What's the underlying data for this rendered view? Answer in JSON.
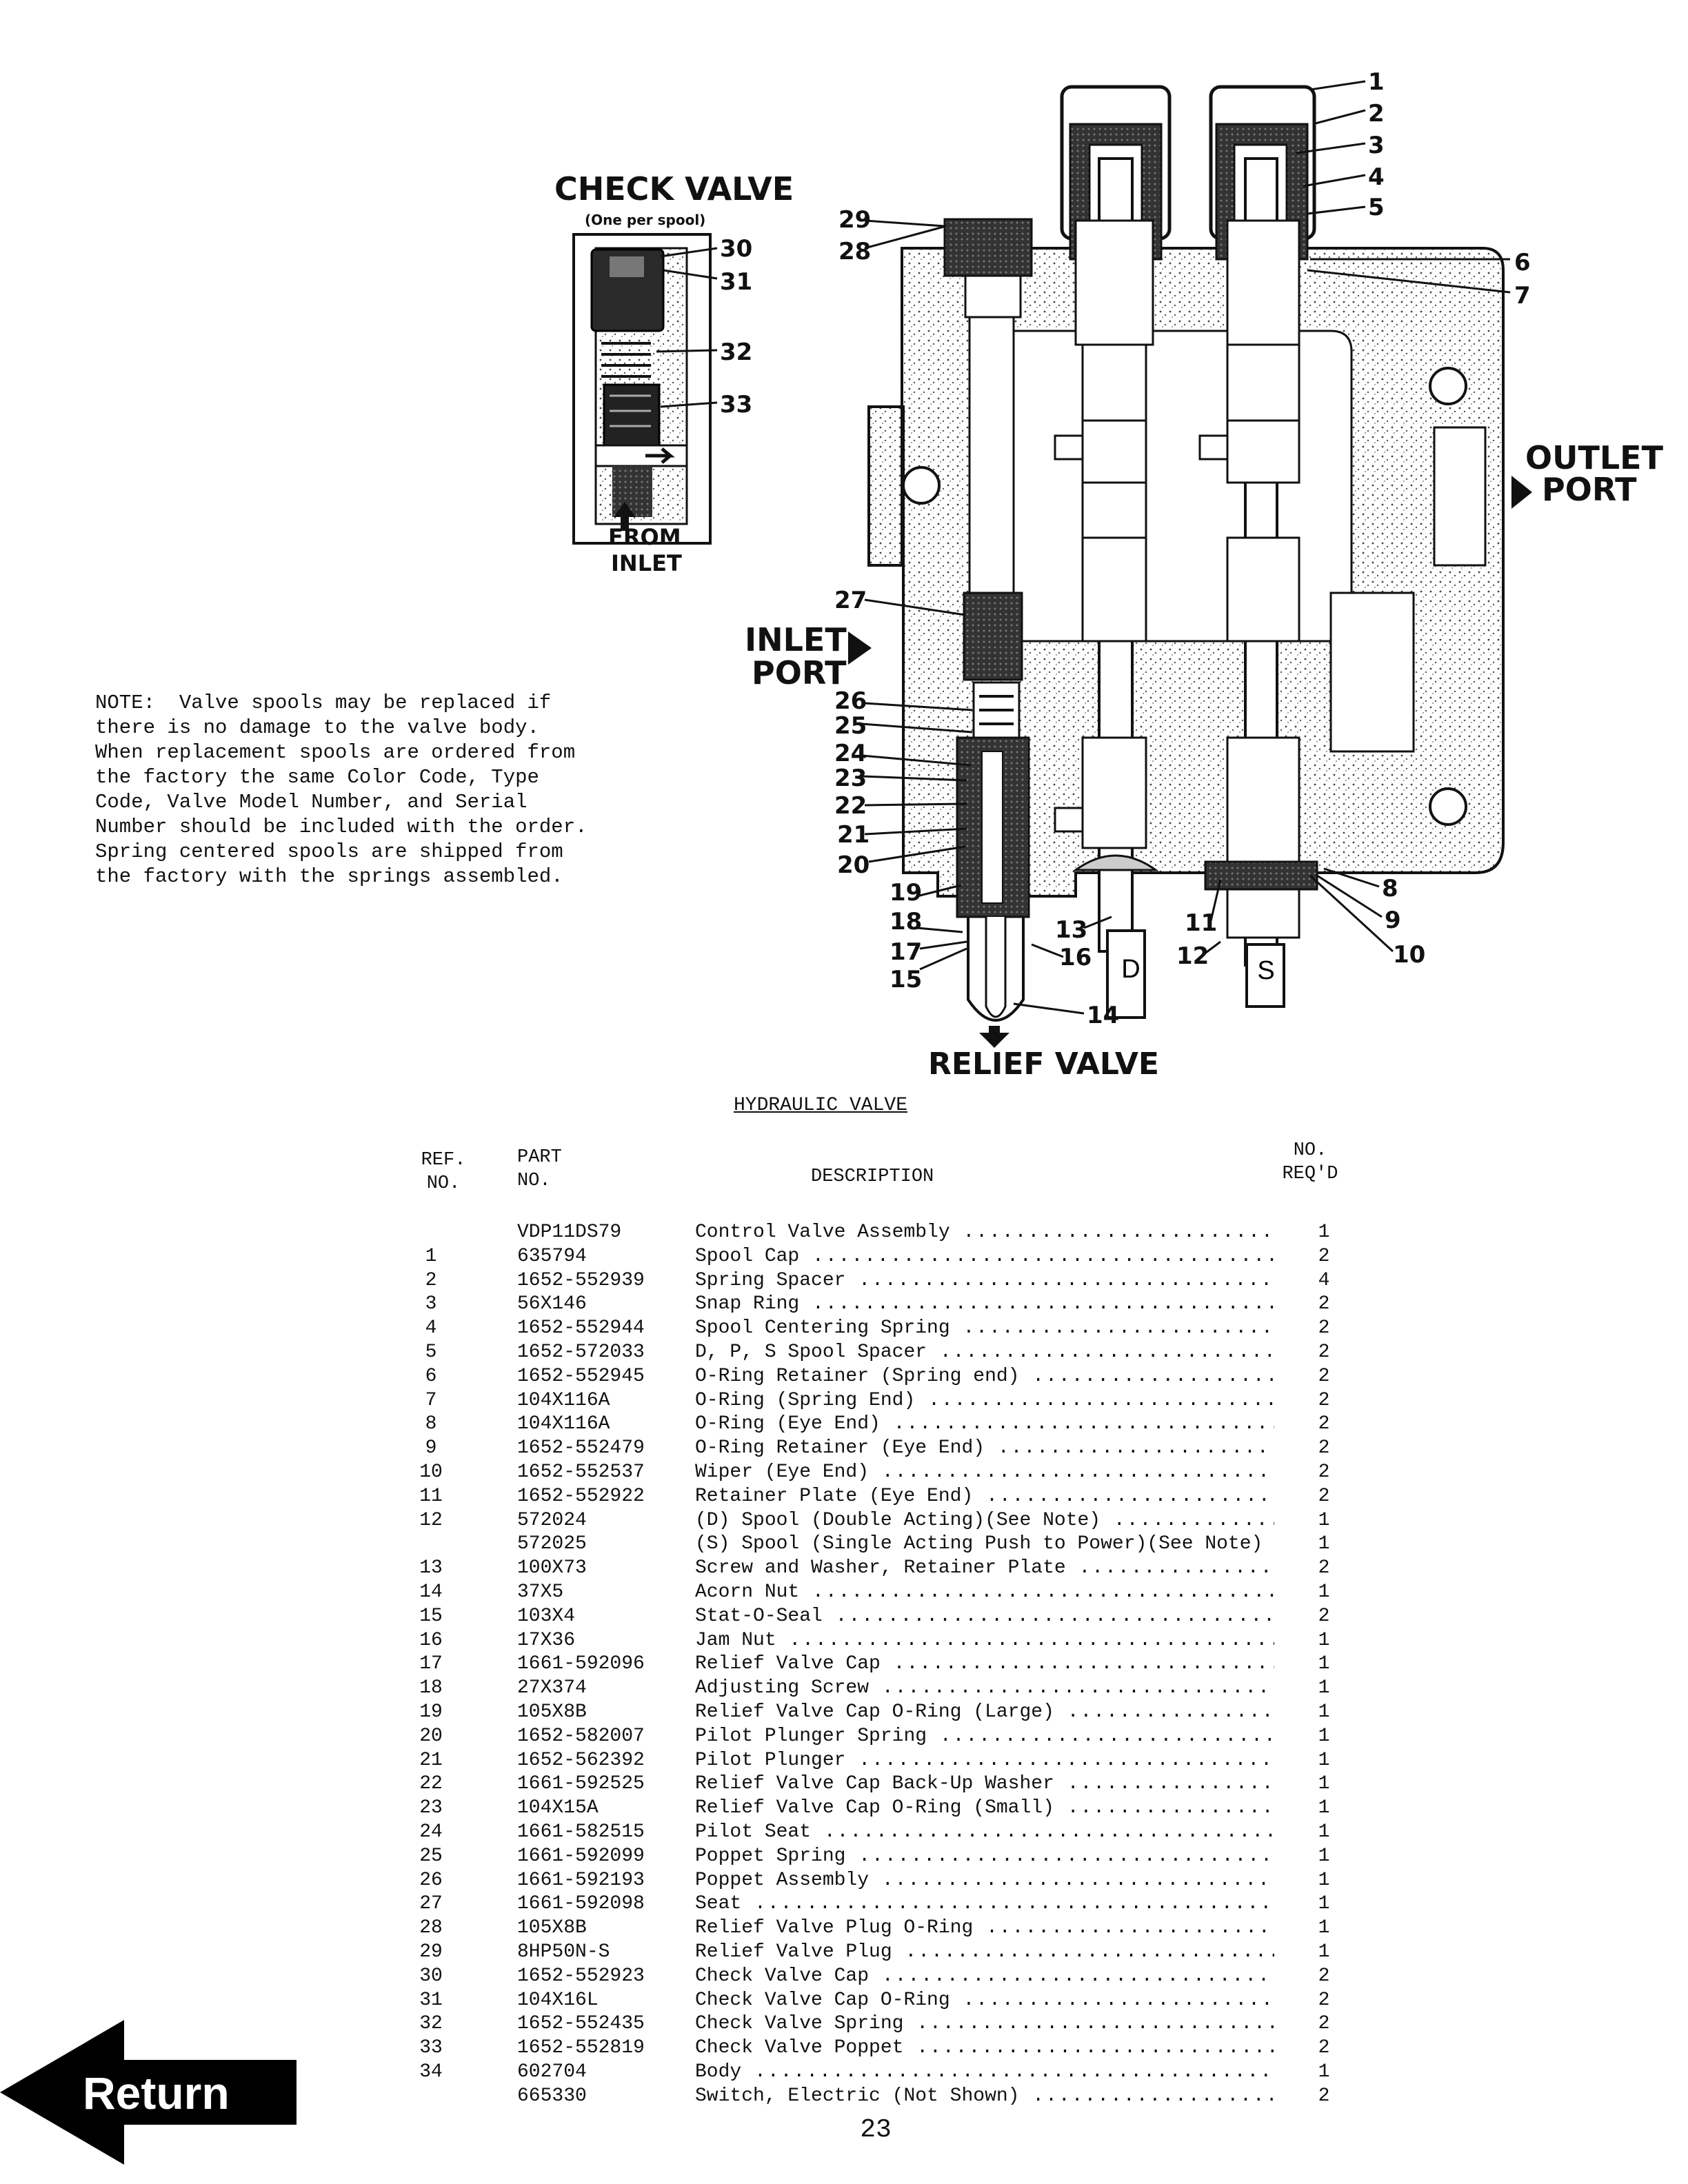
{
  "diagram": {
    "check_valve_title": "CHECK VALVE",
    "check_valve_sub": "(One per spool)",
    "from_inlet_1": "FROM",
    "from_inlet_2": "INLET",
    "inlet_port_1": "INLET",
    "inlet_port_2": "PORT",
    "outlet_port_1": "OUTLET",
    "outlet_port_2": "PORT",
    "relief_valve": "RELIEF VALVE",
    "spool_d": "D",
    "spool_s": "S",
    "callouts": [
      "1",
      "2",
      "3",
      "4",
      "5",
      "6",
      "7",
      "8",
      "9",
      "10",
      "11",
      "12",
      "13",
      "14",
      "15",
      "16",
      "17",
      "18",
      "19",
      "20",
      "21",
      "22",
      "23",
      "24",
      "25",
      "26",
      "27",
      "28",
      "29",
      "30",
      "31",
      "32",
      "33"
    ]
  },
  "note": {
    "lines": [
      "NOTE:  Valve spools may be replaced if",
      "there is no damage to the valve body.",
      "When replacement spools are ordered from",
      "the factory the same Color Code, Type",
      "Code, Valve Model Number, and Serial",
      "Number should be included with the order.",
      "Spring centered spools are shipped from",
      "the factory with the springs assembled."
    ]
  },
  "table": {
    "title": "HYDRAULIC VALVE",
    "headers": {
      "ref_1": "REF.",
      "ref_2": "NO.",
      "part_1": "PART",
      "part_2": "NO.",
      "desc": "DESCRIPTION",
      "qty_1": "NO.",
      "qty_2": "REQ'D"
    },
    "rows": [
      {
        "ref": "",
        "part": "VDP11DS79",
        "desc": "Control Valve Assembly",
        "qty": "1"
      },
      {
        "ref": "1",
        "part": "635794",
        "desc": "Spool Cap",
        "qty": "2"
      },
      {
        "ref": "2",
        "part": "1652-552939",
        "desc": "Spring Spacer",
        "qty": "4"
      },
      {
        "ref": "3",
        "part": "56X146",
        "desc": "Snap Ring",
        "qty": "2"
      },
      {
        "ref": "4",
        "part": "1652-552944",
        "desc": "Spool Centering Spring",
        "qty": "2"
      },
      {
        "ref": "5",
        "part": "1652-572033",
        "desc": "D, P, S Spool Spacer",
        "qty": "2"
      },
      {
        "ref": "6",
        "part": "1652-552945",
        "desc": "O-Ring Retainer (Spring end)",
        "qty": "2"
      },
      {
        "ref": "7",
        "part": "104X116A",
        "desc": "O-Ring (Spring End)",
        "qty": "2"
      },
      {
        "ref": "8",
        "part": "104X116A",
        "desc": "O-Ring (Eye End)",
        "qty": "2"
      },
      {
        "ref": "9",
        "part": "1652-552479",
        "desc": "O-Ring Retainer (Eye End)",
        "qty": "2"
      },
      {
        "ref": "10",
        "part": "1652-552537",
        "desc": "Wiper (Eye End)",
        "qty": "2"
      },
      {
        "ref": "11",
        "part": "1652-552922",
        "desc": "Retainer Plate (Eye End)",
        "qty": "2"
      },
      {
        "ref": "12",
        "part": "572024",
        "desc": "(D) Spool (Double Acting)(See Note)",
        "qty": "1"
      },
      {
        "ref": "",
        "part": "572025",
        "desc": "(S) Spool (Single Acting Push to Power)(See Note)",
        "qty": "1",
        "nodots": true
      },
      {
        "ref": "13",
        "part": "100X73",
        "desc": "Screw and Washer, Retainer Plate",
        "qty": "2"
      },
      {
        "ref": "14",
        "part": "37X5",
        "desc": "Acorn Nut",
        "qty": "1"
      },
      {
        "ref": "15",
        "part": "103X4",
        "desc": "Stat-O-Seal",
        "qty": "2"
      },
      {
        "ref": "16",
        "part": "17X36",
        "desc": "Jam Nut",
        "qty": "1"
      },
      {
        "ref": "17",
        "part": "1661-592096",
        "desc": "Relief Valve Cap",
        "qty": "1"
      },
      {
        "ref": "18",
        "part": "27X374",
        "desc": "Adjusting Screw",
        "qty": "1"
      },
      {
        "ref": "19",
        "part": "105X8B",
        "desc": "Relief Valve Cap O-Ring (Large)",
        "qty": "1"
      },
      {
        "ref": "20",
        "part": "1652-582007",
        "desc": "Pilot Plunger Spring",
        "qty": "1"
      },
      {
        "ref": "21",
        "part": "1652-562392",
        "desc": "Pilot Plunger",
        "qty": "1"
      },
      {
        "ref": "22",
        "part": "1661-592525",
        "desc": "Relief Valve Cap Back-Up Washer",
        "qty": "1"
      },
      {
        "ref": "23",
        "part": "104X15A",
        "desc": "Relief Valve Cap O-Ring (Small)",
        "qty": "1"
      },
      {
        "ref": "24",
        "part": "1661-582515",
        "desc": "Pilot Seat",
        "qty": "1"
      },
      {
        "ref": "25",
        "part": "1661-592099",
        "desc": "Poppet Spring",
        "qty": "1"
      },
      {
        "ref": "26",
        "part": "1661-592193",
        "desc": "Poppet Assembly",
        "qty": "1"
      },
      {
        "ref": "27",
        "part": "1661-592098",
        "desc": "Seat",
        "qty": "1"
      },
      {
        "ref": "28",
        "part": "105X8B",
        "desc": "Relief Valve Plug O-Ring",
        "qty": "1"
      },
      {
        "ref": "29",
        "part": "8HP50N-S",
        "desc": "Relief Valve Plug",
        "qty": "1"
      },
      {
        "ref": "30",
        "part": "1652-552923",
        "desc": "Check Valve Cap",
        "qty": "2"
      },
      {
        "ref": "31",
        "part": "104X16L",
        "desc": "Check Valve Cap O-Ring",
        "qty": "2"
      },
      {
        "ref": "32",
        "part": "1652-552435",
        "desc": "Check Valve Spring",
        "qty": "2"
      },
      {
        "ref": "33",
        "part": "1652-552819",
        "desc": "Check Valve Poppet",
        "qty": "2"
      },
      {
        "ref": "34",
        "part": "602704",
        "desc": "Body",
        "qty": "1"
      },
      {
        "ref": "",
        "part": "665330",
        "desc": "Switch, Electric (Not Shown)",
        "qty": "2"
      }
    ]
  },
  "page_number": "23",
  "return_button": {
    "label": "Return"
  }
}
